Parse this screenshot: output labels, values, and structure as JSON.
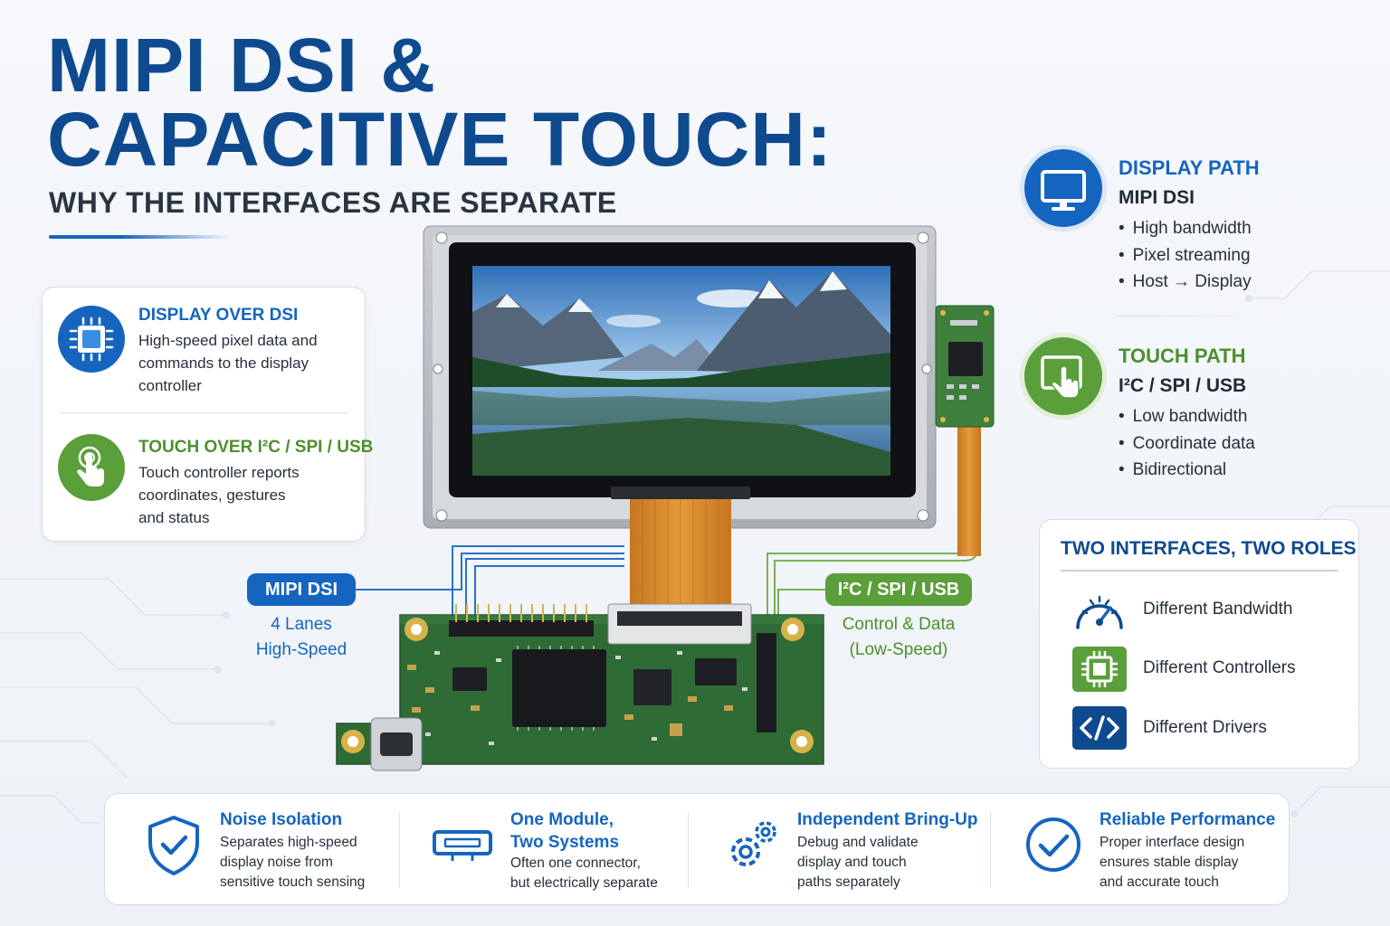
{
  "title": {
    "line1": "MIPI DSI &",
    "line2": "CAPACITIVE TOUCH:",
    "subtitle": "WHY THE INTERFACES ARE SEPARATE"
  },
  "left_card": {
    "display": {
      "heading": "DISPLAY OVER DSI",
      "lines": [
        "High-speed pixel data and",
        "commands to the display",
        "controller"
      ],
      "icon": "chip-icon"
    },
    "touch": {
      "heading": "TOUCH OVER I²C / SPI / USB",
      "lines": [
        "Touch controller reports",
        "coordinates, gestures",
        "and status"
      ],
      "icon": "touch-hand-icon"
    }
  },
  "display_path": {
    "heading": "DISPLAY PATH",
    "interface": "MIPI DSI",
    "bullets": [
      "High bandwidth",
      "Pixel streaming",
      "Host → Display"
    ],
    "icon": "monitor-icon"
  },
  "touch_path": {
    "heading": "TOUCH PATH",
    "interface": "I²C / SPI / USB",
    "bullets": [
      "Low bandwidth",
      "Coordinate data",
      "Bidirectional"
    ],
    "icon": "touch-screen-icon"
  },
  "roles": {
    "title": "TWO INTERFACES, TWO ROLES",
    "items": [
      {
        "label": "Different Bandwidth",
        "icon": "gauge-icon"
      },
      {
        "label": "Different Controllers",
        "icon": "processor-icon"
      },
      {
        "label": "Different Drivers",
        "icon": "code-icon"
      }
    ]
  },
  "dsi_link": {
    "label": "MIPI DSI",
    "lines": [
      "4 Lanes",
      "High-Speed"
    ]
  },
  "touch_link": {
    "label": "I²C / SPI / USB",
    "lines": [
      "Control & Data",
      "(Low-Speed)"
    ]
  },
  "benefits": [
    {
      "heading": [
        "Noise Isolation"
      ],
      "lines": [
        "Separates high-speed",
        "display noise from",
        "sensitive touch sensing"
      ],
      "icon": "shield-check-icon"
    },
    {
      "heading": [
        "One Module,",
        "Two Systems"
      ],
      "lines": [
        "Often one connector,",
        "but electrically separate"
      ],
      "icon": "connector-icon"
    },
    {
      "heading": [
        "Independent Bring-Up"
      ],
      "lines": [
        "Debug and validate",
        "display and touch",
        "paths separately"
      ],
      "icon": "gears-icon"
    },
    {
      "heading": [
        "Reliable Performance"
      ],
      "lines": [
        "Proper interface design",
        "ensures stable display",
        "and accurate touch"
      ],
      "icon": "check-circle-icon"
    }
  ],
  "colors": {
    "brand_blue": "#1565c0",
    "title_navy": "#0f4a8f",
    "touch_green": "#5a9f3a",
    "pcb_green": "#2f6b34",
    "flex_orange": "#d98a2a"
  }
}
